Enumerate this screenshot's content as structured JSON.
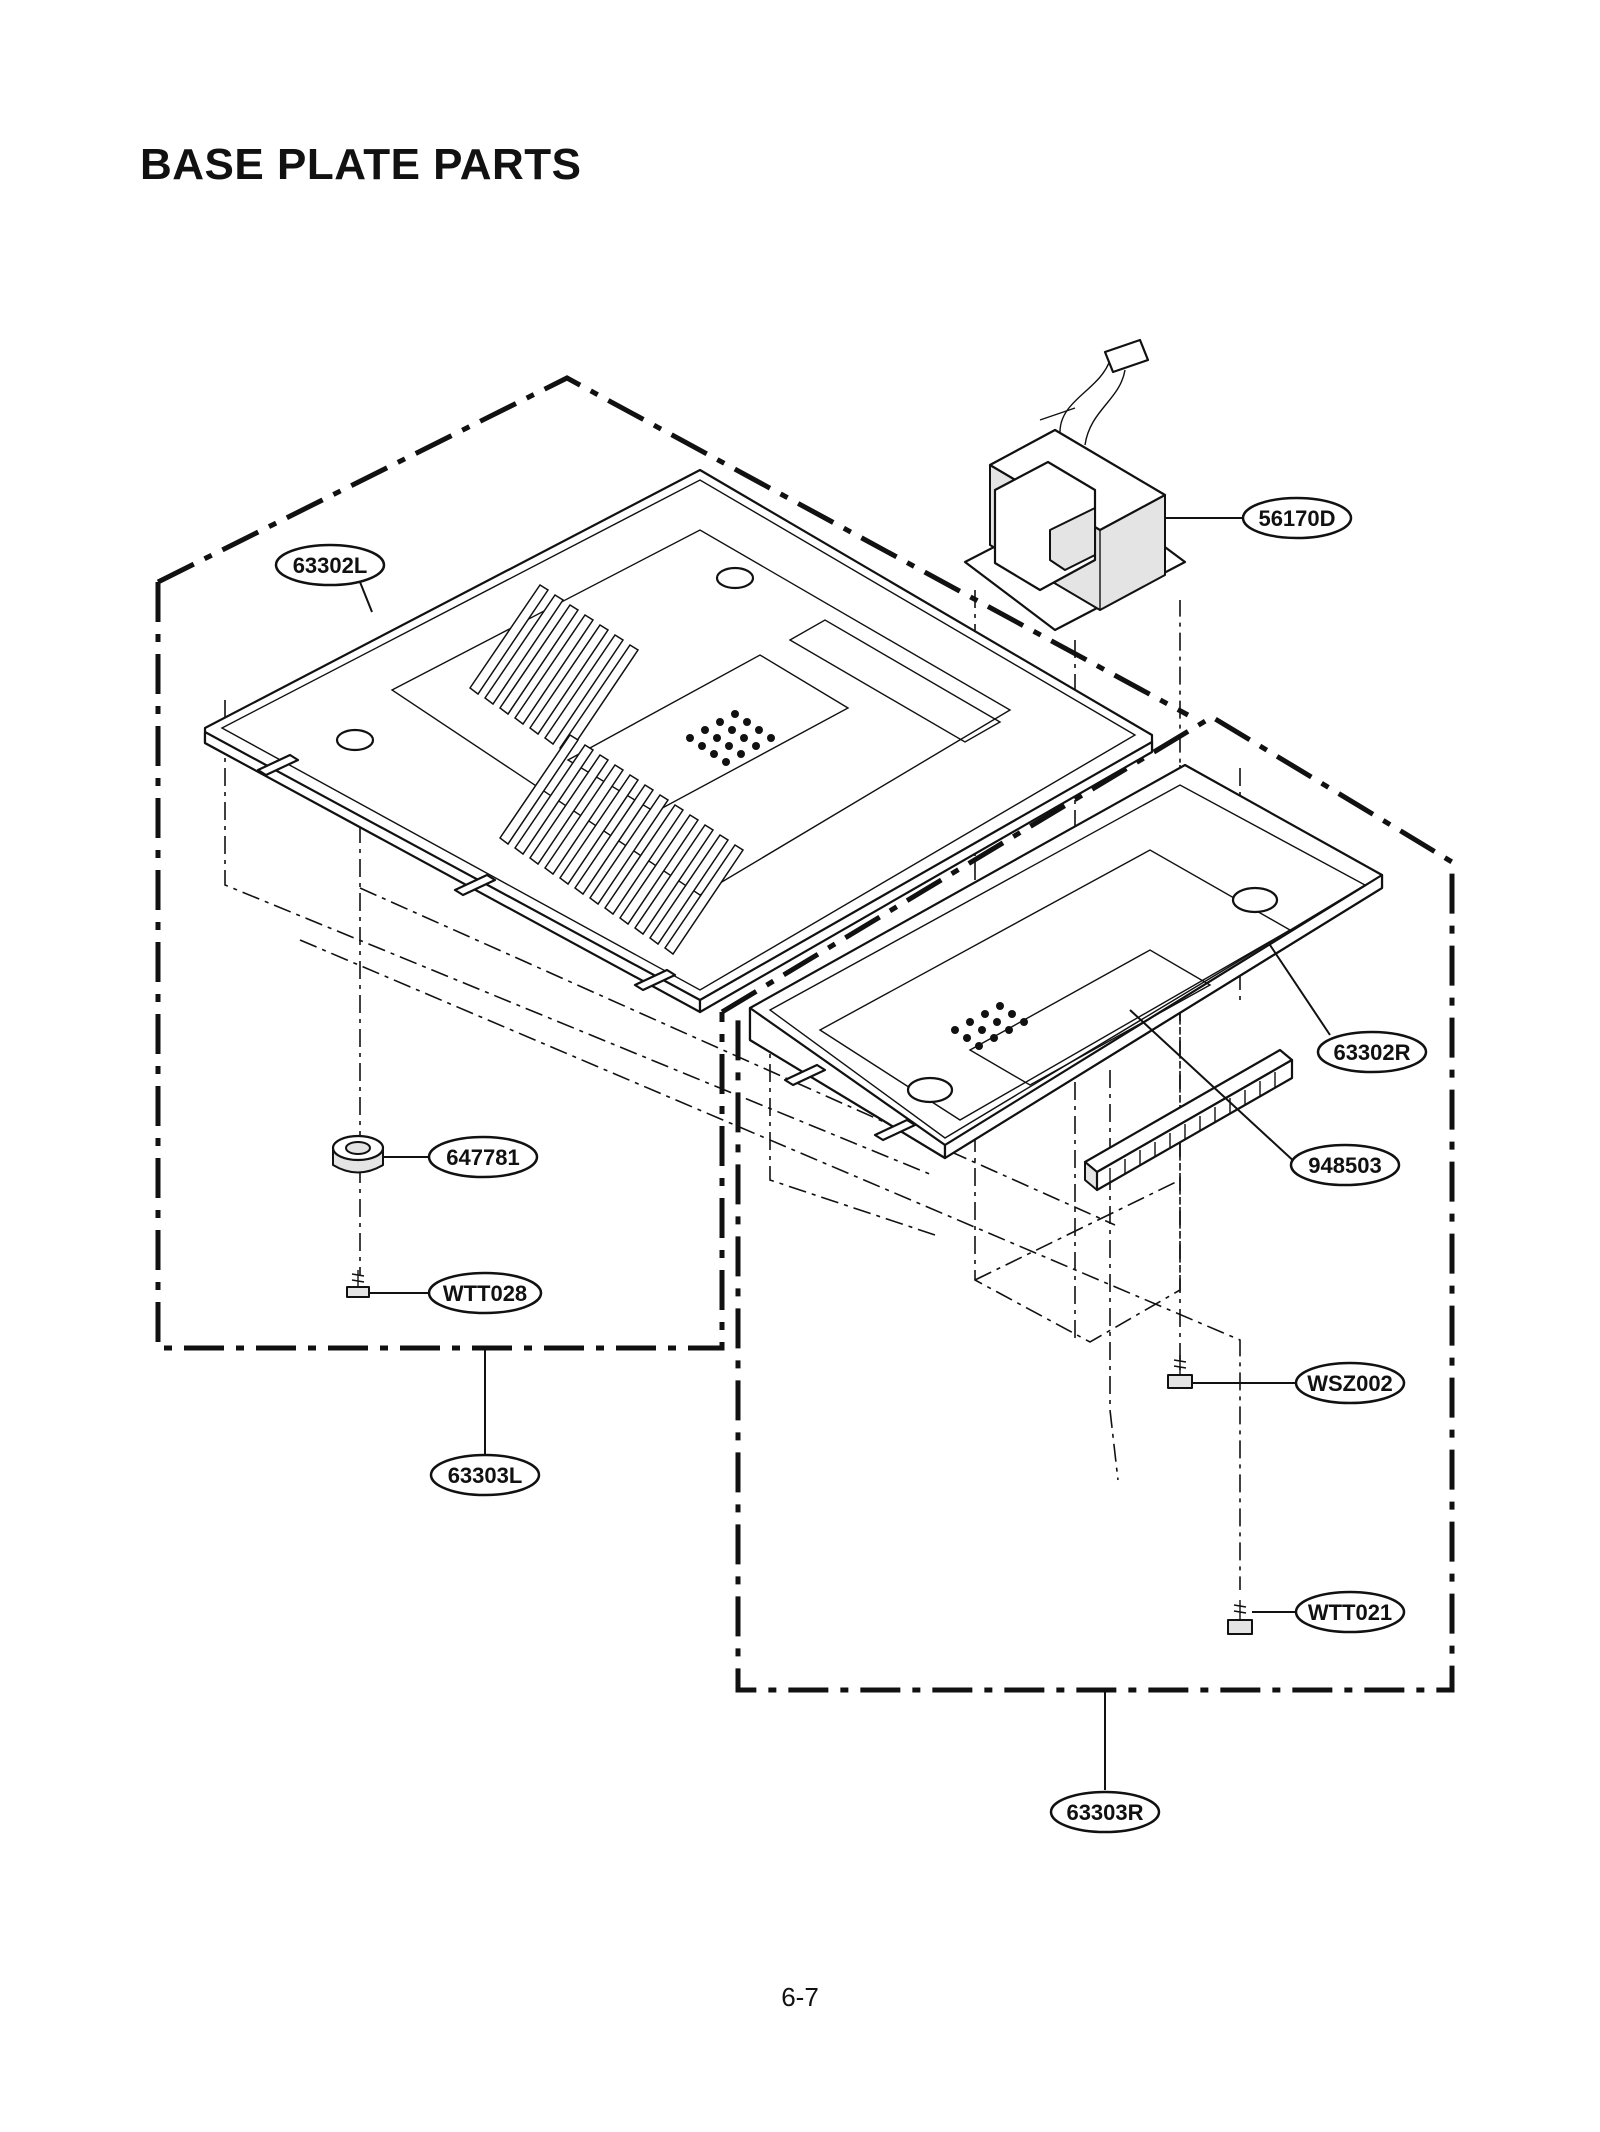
{
  "page": {
    "title": "BASE PLATE PARTS",
    "page_number": "6-7"
  },
  "callouts": {
    "base_plate_left": "63302L",
    "transformer": "56170D",
    "base_plate_right": "63302R",
    "foot": "647781",
    "screw_foot": "WTT028",
    "base_assembly_left": "63303L",
    "spacer": "948503",
    "screw_transformer": "WSZ002",
    "screw_right": "WTT021",
    "base_assembly_right": "63303R"
  }
}
